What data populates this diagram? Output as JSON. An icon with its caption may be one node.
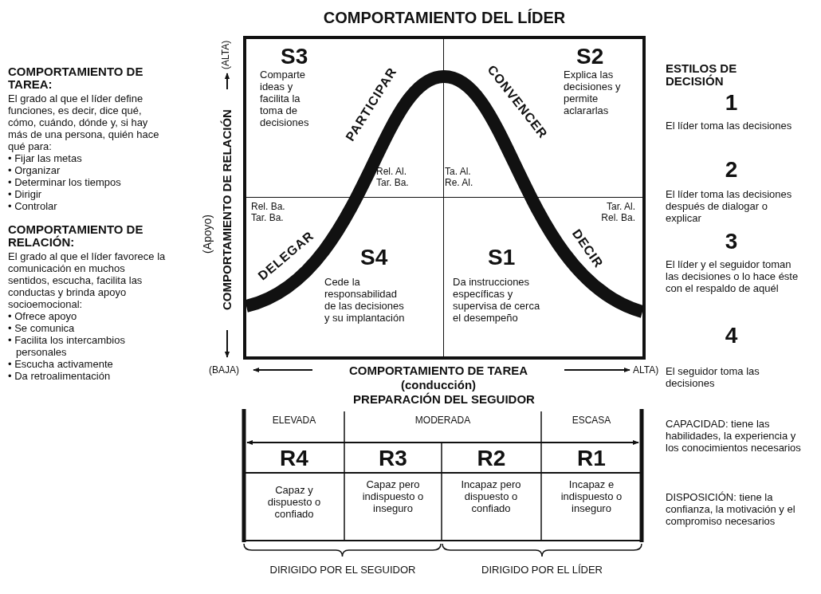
{
  "diagram": {
    "title": "COMPORTAMIENTO DEL LÍDER",
    "nodes": [
      {
        "text": [
          "S3",
          "Comparte ideas y facilita la toma de decisiones",
          "Rel. Al. Tar. Ba."
        ]
      },
      {
        "text": [
          "S2",
          "Explica las decisiones y permite aclararlas",
          "Ta. Al. Re. Al."
        ]
      },
      {
        "text": [
          "S4",
          "Cede la responsabilidad de las decisiones y su implantación",
          "Rel. Ba. Tar. Ba."
        ]
      },
      {
        "text": [
          "S1",
          "Da instrucciones específicas y supervisa de cerca el desempeño",
          "Tar. Al. Rel. Ba."
        ]
      }
    ],
    "labels": [
      "COMPORTAMIENTO DE TAREA:",
      "El grado al que el líder define funciones, es decir, dice qué, cómo, cuándo, dónde y, si hay más de una persona, quién hace qué para:",
      "• Fijar las metas",
      "• Organizar",
      "• Determinar los tiempos",
      "• Dirigir",
      "• Controlar",
      "COMPORTAMIENTO DE RELACIÓN:",
      "El grado al que el líder favorece la comunicación en muchos sentidos, escucha, facilita las conductas y brinda apoyo socioemocional:",
      "• Ofrece apoyo",
      "• Se comunica",
      "• Facilita los intercambios personales",
      "• Escucha activamente",
      "• Da retroalimentación",
      "(ALTA)",
      "COMPORTAMIENTO DE RELACIÓN",
      "(Apoyo)",
      "PARTICIPAR",
      "CONVENCER",
      "DELEGAR",
      "DECIR",
      "(BAJA)",
      "COMPORTAMIENTO DE TAREA",
      "ALTA)",
      "(conducción)",
      "PREPARACIÓN DEL SEGUIDOR",
      "ELEVADA",
      "MODERADA",
      "ESCASA",
      "R4",
      "R3",
      "R2",
      "R1",
      "Capaz y dispuesto o confiado",
      "Capaz pero indispuesto o inseguro",
      "Incapaz pero dispuesto o confiado",
      "Incapaz e indispuesto o inseguro",
      "DIRIGIDO POR EL SEGUIDOR",
      "DIRIGIDO POR EL LÍDER",
      "ESTILOS DE DECISIÓN",
      "1",
      "El líder toma las decisiones",
      "2",
      "El líder toma las decisiones después de dialogar o explicar",
      "3",
      "El líder y el seguidor toman las decisiones o lo hace éste con el respaldo de aquél",
      "4",
      "El seguidor toma las decisiones",
      "CAPACIDAD: tiene las habilidades, la experiencia y los conocimientos necesarios",
      "DISPOSICIÓN: tiene la confianza, la motivación y el compromiso necesarios"
    ]
  }
}
